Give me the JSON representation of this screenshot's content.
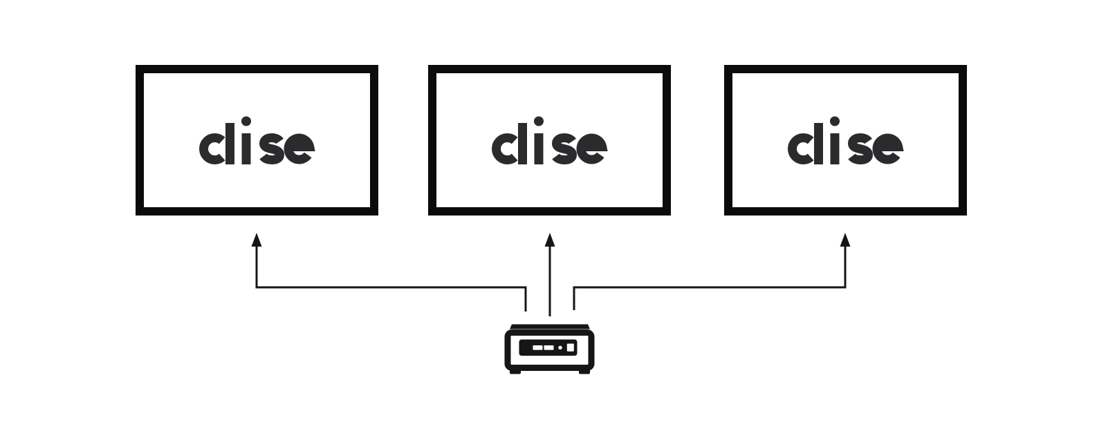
{
  "brand": {
    "name": "dise"
  },
  "colors": {
    "background": "#ffffff",
    "monitor_frame": "#0b0b0b",
    "logo": "#2b2b2e",
    "connector_line": "#161616",
    "device": "#161616"
  },
  "diagram": {
    "displays": [
      {
        "id": "display-1",
        "label": "dise"
      },
      {
        "id": "display-2",
        "label": "dise"
      },
      {
        "id": "display-3",
        "label": "dise"
      }
    ],
    "player": {
      "icon": "mini-pc-media-player-icon"
    },
    "connections": [
      {
        "from": "player",
        "to": "display-1",
        "arrow": "up"
      },
      {
        "from": "player",
        "to": "display-2",
        "arrow": "up"
      },
      {
        "from": "player",
        "to": "display-3",
        "arrow": "up"
      }
    ]
  }
}
